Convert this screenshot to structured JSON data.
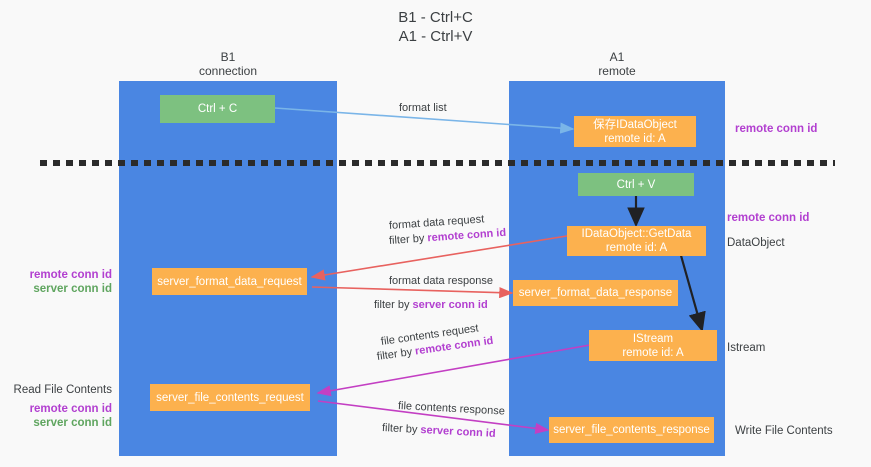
{
  "title": {
    "line1": "B1 - Ctrl+C",
    "line2": "A1 - Ctrl+V"
  },
  "colors": {
    "column": "#4a86e2",
    "green_node": "#7dc180",
    "orange_node": "#fcb14e",
    "purple_text": "#b23fd0",
    "green_text": "#5fa55f",
    "blue_arrow": "#7ab5e8",
    "red_arrow": "#e8625f",
    "magenta_arrow": "#c33fc3",
    "black_arrow": "#202124",
    "background": "#f9f9f9"
  },
  "columns": [
    {
      "name": "left",
      "heading_line1": "B1",
      "heading_line2": "connection"
    },
    {
      "name": "right",
      "heading_line1": "A1",
      "heading_line2": "remote"
    }
  ],
  "nodes": {
    "ctrl_c": {
      "label": "Ctrl + C",
      "sub": ""
    },
    "save_idataobject": {
      "label": "保存IDataObject",
      "sub": "remote id: A"
    },
    "ctrl_v": {
      "label": "Ctrl + V",
      "sub": ""
    },
    "getdata": {
      "label": "IDataObject::GetData",
      "sub": "remote id: A"
    },
    "server_format_data_request": {
      "label": "server_format_data_request",
      "sub": ""
    },
    "server_format_data_response": {
      "label": "server_format_data_response",
      "sub": ""
    },
    "istream": {
      "label": "IStream",
      "sub": "remote id: A"
    },
    "server_file_contents_request": {
      "label": "server_file_contents_request",
      "sub": ""
    },
    "server_file_contents_response": {
      "label": "server_file_contents_response",
      "sub": ""
    }
  },
  "annotations": {
    "right_1": {
      "text": "remote conn id",
      "style": "purple"
    },
    "right_2": {
      "text": "remote conn id",
      "style": "purple"
    },
    "right_3": {
      "text": "DataObject",
      "style": "plain"
    },
    "right_4": {
      "text": "Istream",
      "style": "plain"
    },
    "right_5": {
      "text": "Write File Contents",
      "style": "plain"
    },
    "left_1": {
      "text": "remote conn id",
      "style": "purple"
    },
    "left_2": {
      "text": "server conn id",
      "style": "green"
    },
    "left_3": {
      "text": "Read File Contents",
      "style": "plain"
    },
    "left_4": {
      "text": "remote conn id",
      "style": "purple"
    },
    "left_5": {
      "text": "server conn id",
      "style": "green"
    }
  },
  "edge_labels": {
    "format_list": {
      "text": "format list"
    },
    "format_data_request": {
      "line1": "format data request",
      "filter_prefix": "filter by ",
      "filter_key": "remote conn id"
    },
    "format_data_response": {
      "line1": "format data response",
      "filter_prefix": "filter by ",
      "filter_key": "server conn id"
    },
    "file_contents_request": {
      "line1": "file contents request",
      "filter_prefix": "filter by ",
      "filter_key": "remote conn id"
    },
    "file_contents_response": {
      "line1": "file contents response",
      "filter_prefix": "filter by ",
      "filter_key": "server conn id"
    }
  }
}
